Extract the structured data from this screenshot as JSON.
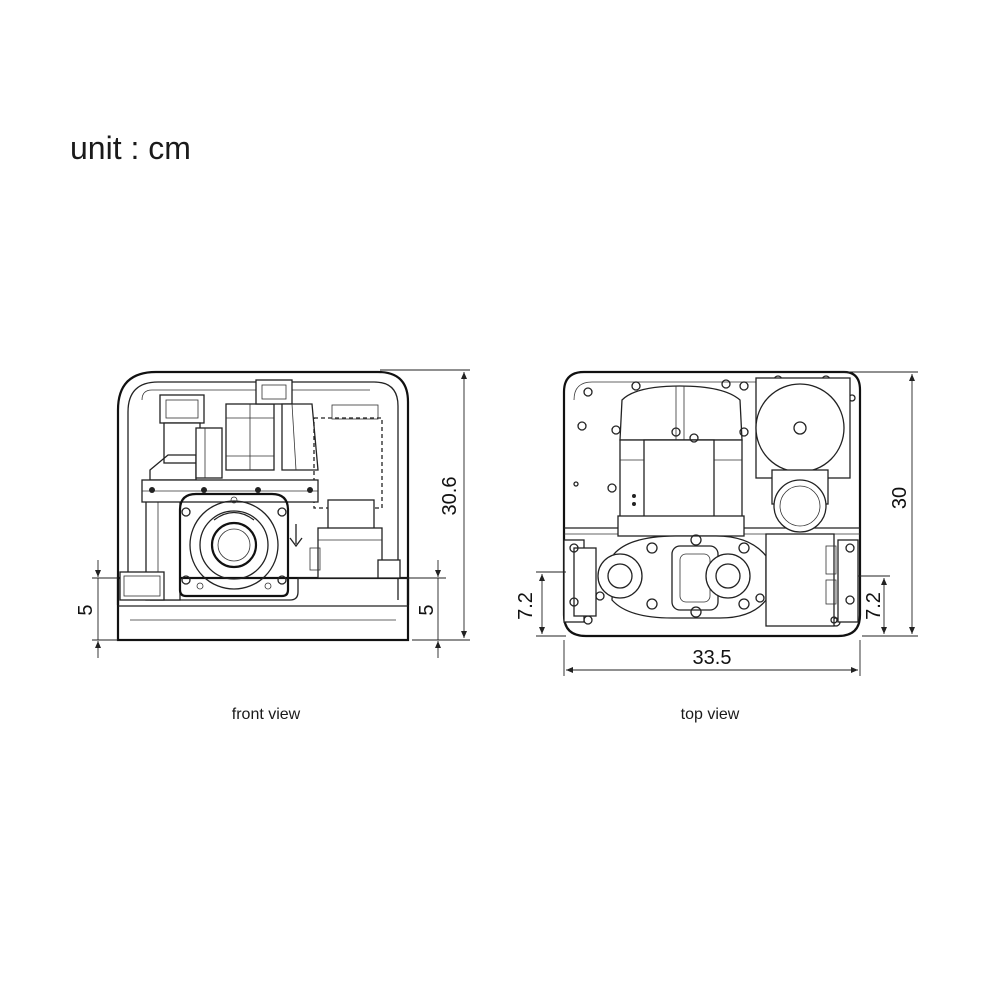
{
  "header": {
    "unit_label": "unit : cm"
  },
  "front_view": {
    "caption": "front view",
    "dimensions": {
      "height": "30.6",
      "base_left": "5",
      "base_right": "5"
    }
  },
  "top_view": {
    "caption": "top view",
    "dimensions": {
      "depth": "30",
      "width": "33.5",
      "port_left": "7.2",
      "port_right": "7.2"
    }
  }
}
